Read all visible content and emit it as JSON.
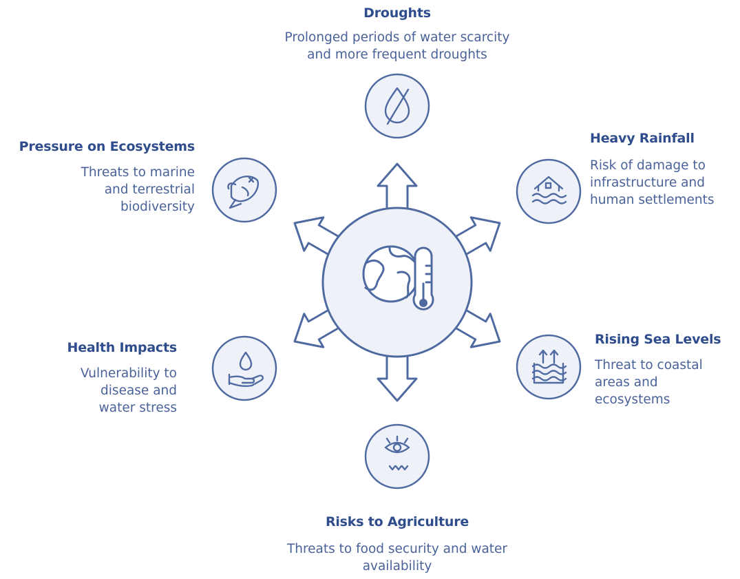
{
  "colors": {
    "stroke": "#4f6aa0",
    "fill": "#eef1f8",
    "title": "#2f4c8c",
    "text": "#4a6299"
  },
  "center": {
    "icons": [
      "globe-icon",
      "thermometer-icon"
    ]
  },
  "nodes": {
    "droughts": {
      "title": "Droughts",
      "desc_lines": [
        "Prolonged periods of water scarcity",
        "and more frequent droughts"
      ],
      "icon": "no-water-drop-icon"
    },
    "heavy_rainfall": {
      "title": "Heavy Rainfall",
      "desc_lines": [
        "Risk of damage to",
        "infrastructure and",
        "human settlements"
      ],
      "icon": "flooded-house-icon"
    },
    "rising_sea_levels": {
      "title": "Rising Sea Levels",
      "desc_lines": [
        "Threat to coastal",
        "areas and",
        "ecosystems"
      ],
      "icon": "rising-waves-icon"
    },
    "agriculture": {
      "title": "Risks to Agriculture",
      "desc_lines": [
        "Threats to food security and water",
        "availability"
      ],
      "icon": "crop-watch-icon"
    },
    "health": {
      "title": "Health Impacts",
      "desc_lines": [
        "Vulnerability to",
        "disease and",
        "water stress"
      ],
      "icon": "hand-water-drop-icon"
    },
    "ecosystems": {
      "title": "Pressure on Ecosystems",
      "desc_lines": [
        "Threats to marine",
        "and terrestrial",
        "biodiversity"
      ],
      "icon": "fish-icon"
    }
  }
}
